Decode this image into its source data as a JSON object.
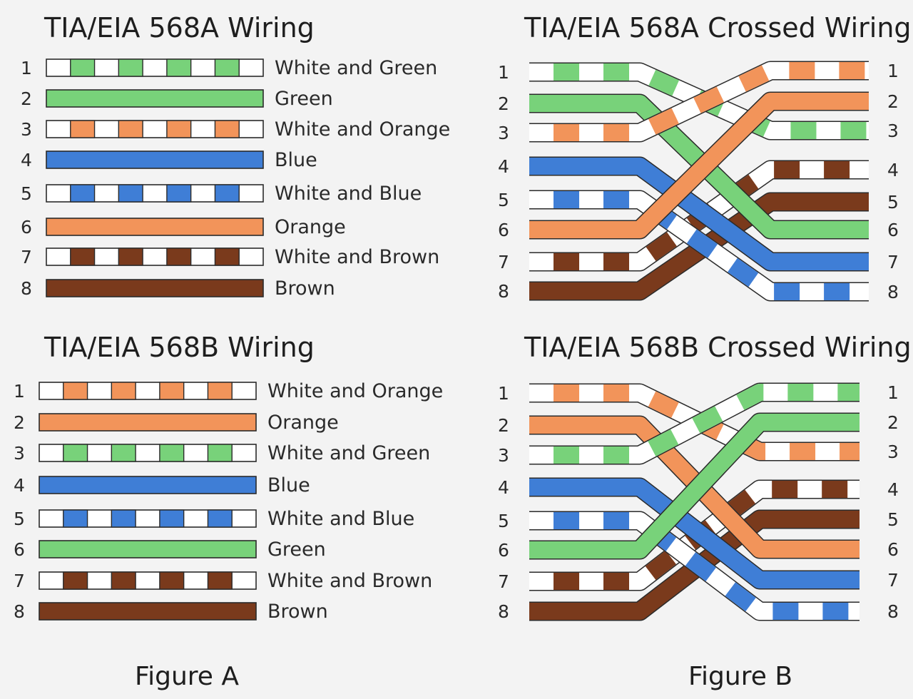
{
  "colors": {
    "green": "#78d27a",
    "orange": "#f2945a",
    "blue": "#3f7ed6",
    "brown": "#7a3a1c",
    "crossBrown": "#a0261a",
    "white": "#ffffff",
    "outline": "#2b2b2b"
  },
  "figureA": {
    "caption": "Figure A",
    "panels": [
      {
        "title": "TIA/EIA 568A Wiring",
        "wires": [
          {
            "pin": "1",
            "label": "White and Green",
            "color": "green",
            "striped": true
          },
          {
            "pin": "2",
            "label": "Green",
            "color": "green",
            "striped": false
          },
          {
            "pin": "3",
            "label": "White and Orange",
            "color": "orange",
            "striped": true
          },
          {
            "pin": "4",
            "label": "Blue",
            "color": "blue",
            "striped": false
          },
          {
            "pin": "5",
            "label": "White and Blue",
            "color": "blue",
            "striped": true
          },
          {
            "pin": "6",
            "label": "Orange",
            "color": "orange",
            "striped": false
          },
          {
            "pin": "7",
            "label": "White and Brown",
            "color": "brown",
            "striped": true
          },
          {
            "pin": "8",
            "label": "Brown",
            "color": "brown",
            "striped": false
          }
        ]
      },
      {
        "title": "TIA/EIA 568B Wiring",
        "wires": [
          {
            "pin": "1",
            "label": "White and Orange",
            "color": "orange",
            "striped": true
          },
          {
            "pin": "2",
            "label": "Orange",
            "color": "orange",
            "striped": false
          },
          {
            "pin": "3",
            "label": "White and Green",
            "color": "green",
            "striped": true
          },
          {
            "pin": "4",
            "label": "Blue",
            "color": "blue",
            "striped": false
          },
          {
            "pin": "5",
            "label": "White and Blue",
            "color": "blue",
            "striped": true
          },
          {
            "pin": "6",
            "label": "Green",
            "color": "green",
            "striped": false
          },
          {
            "pin": "7",
            "label": "White and Brown",
            "color": "brown",
            "striped": true
          },
          {
            "pin": "8",
            "label": "Brown",
            "color": "brown",
            "striped": false
          }
        ]
      }
    ]
  },
  "figureB": {
    "caption": "Figure B",
    "panels": [
      {
        "title": "TIA/EIA 568A Crossed Wiring",
        "leftPins": [
          "1",
          "2",
          "3",
          "4",
          "5",
          "6",
          "7",
          "8"
        ],
        "rightPins": [
          "1",
          "2",
          "3",
          "4",
          "5",
          "6",
          "7",
          "8"
        ],
        "wires": [
          {
            "color": "green",
            "striped": true,
            "fromPin": 1,
            "toPin": 3
          },
          {
            "color": "green",
            "striped": false,
            "fromPin": 2,
            "toPin": 6
          },
          {
            "color": "orange",
            "striped": true,
            "fromPin": 3,
            "toPin": 1
          },
          {
            "color": "blue",
            "striped": false,
            "fromPin": 4,
            "toPin": 7
          },
          {
            "color": "blue",
            "striped": true,
            "fromPin": 5,
            "toPin": 8
          },
          {
            "color": "orange",
            "striped": false,
            "fromPin": 6,
            "toPin": 2
          },
          {
            "color": "brown",
            "striped": true,
            "fromPin": 7,
            "toPin": 4
          },
          {
            "color": "brown",
            "striped": false,
            "fromPin": 8,
            "toPin": 5
          }
        ]
      },
      {
        "title": "TIA/EIA 568B Crossed Wiring",
        "leftPins": [
          "1",
          "2",
          "3",
          "4",
          "5",
          "6",
          "7",
          "8"
        ],
        "rightPins": [
          "1",
          "2",
          "3",
          "4",
          "5",
          "6",
          "7",
          "8"
        ],
        "wires": [
          {
            "color": "orange",
            "striped": true,
            "fromPin": 1,
            "toPin": 3
          },
          {
            "color": "orange",
            "striped": false,
            "fromPin": 2,
            "toPin": 6
          },
          {
            "color": "green",
            "striped": true,
            "fromPin": 3,
            "toPin": 1
          },
          {
            "color": "blue",
            "striped": false,
            "fromPin": 4,
            "toPin": 7
          },
          {
            "color": "blue",
            "striped": true,
            "fromPin": 5,
            "toPin": 8
          },
          {
            "color": "green",
            "striped": false,
            "fromPin": 6,
            "toPin": 2
          },
          {
            "color": "brown",
            "striped": true,
            "fromPin": 7,
            "toPin": 4
          },
          {
            "color": "brown",
            "striped": false,
            "fromPin": 8,
            "toPin": 5
          }
        ]
      }
    ]
  }
}
